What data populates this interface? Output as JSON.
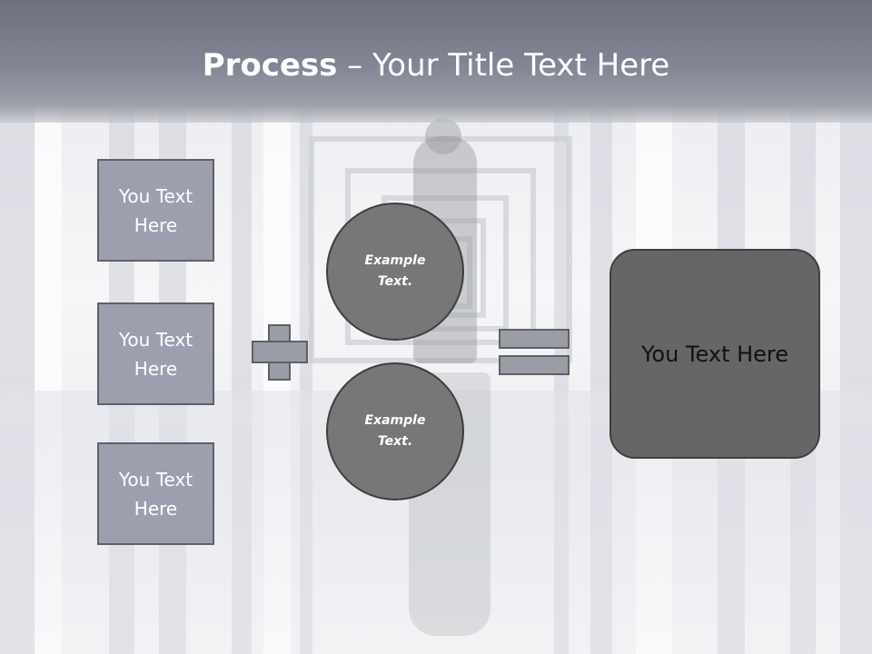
{
  "title": {
    "bold": "Process",
    "rest": " – Your Title Text Here"
  },
  "left_boxes": [
    {
      "text": "You Text Here"
    },
    {
      "text": "You Text Here"
    },
    {
      "text": "You Text Here"
    }
  ],
  "circles": [
    {
      "text": "Example Text."
    },
    {
      "text": "Example Text."
    }
  ],
  "result": {
    "text": "You Text Here"
  },
  "colors": {
    "header": "#7a7c8a",
    "box_fill": "#9c9fae",
    "circle_fill": "#777777",
    "result_fill": "#666666",
    "operator_fill": "#9a9ca6"
  }
}
